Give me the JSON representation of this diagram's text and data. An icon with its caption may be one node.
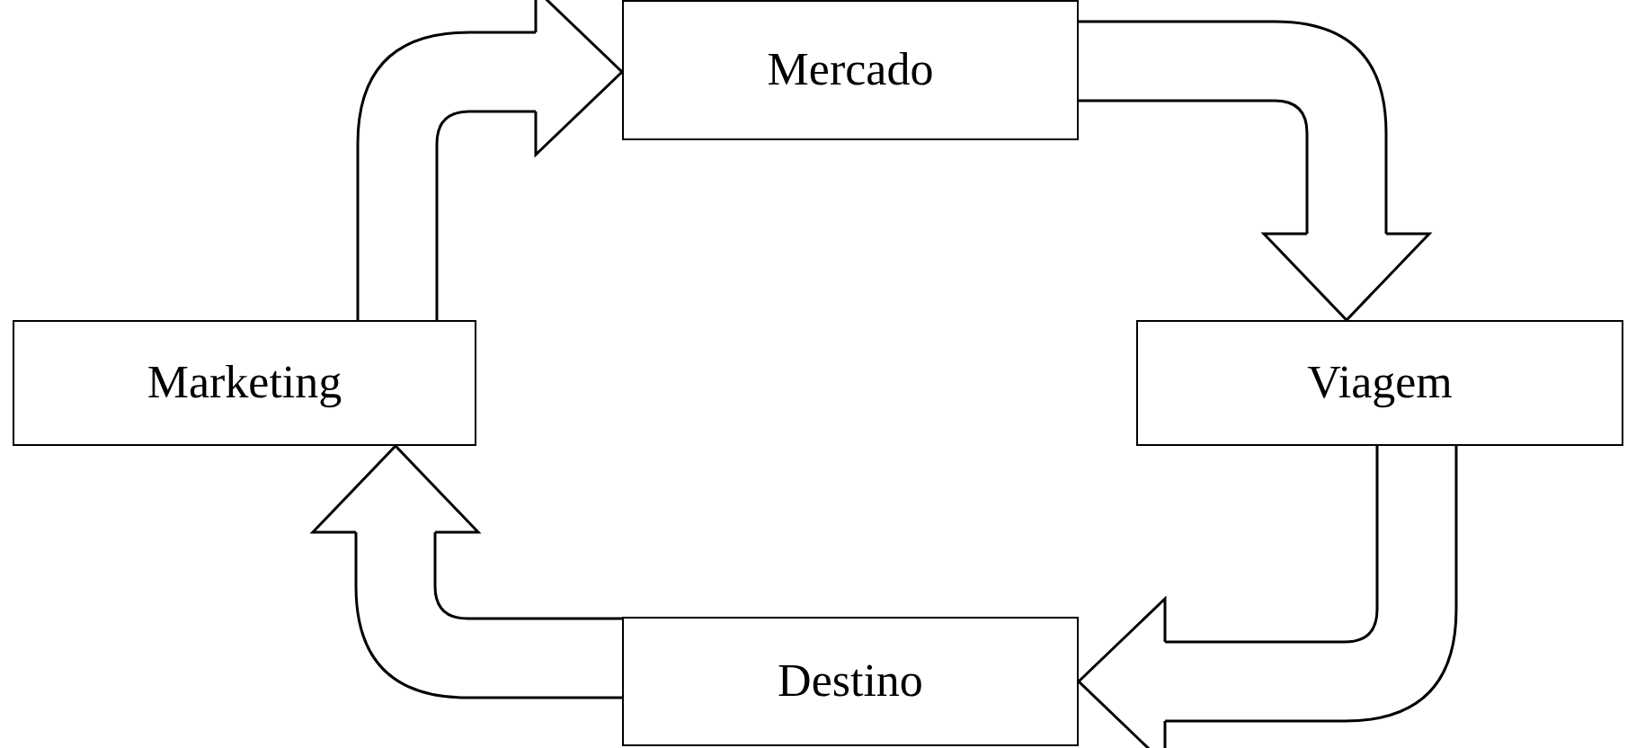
{
  "diagram": {
    "nodes": [
      {
        "text": [
          "Mercado"
        ]
      },
      {
        "text": [
          "Viagem"
        ]
      },
      {
        "text": [
          "Destino"
        ]
      },
      {
        "text": [
          "Marketing"
        ]
      }
    ],
    "edges": [
      {
        "from": 3,
        "to": 0,
        "arrow": "to"
      },
      {
        "from": 0,
        "to": 1,
        "arrow": "to"
      },
      {
        "from": 1,
        "to": 2,
        "arrow": "to"
      },
      {
        "from": 2,
        "to": 3,
        "arrow": "to"
      }
    ]
  }
}
